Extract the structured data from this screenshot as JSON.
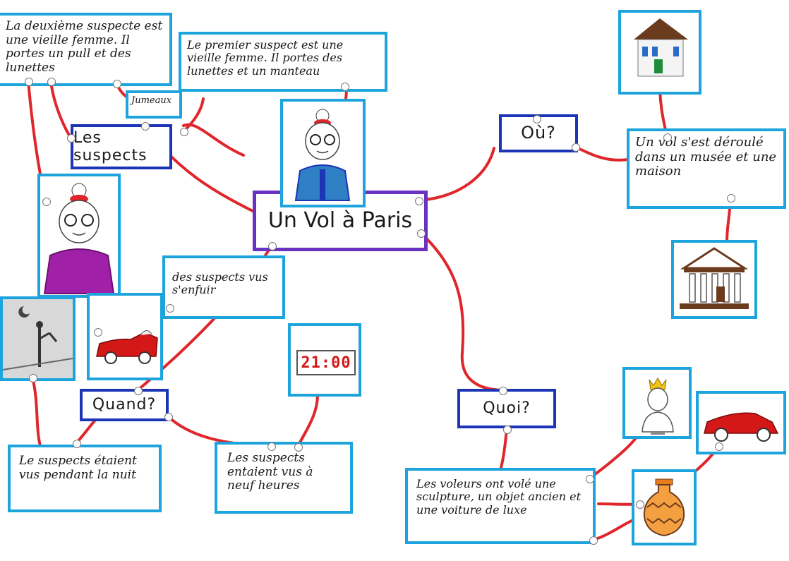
{
  "title": "Un Vol à Paris",
  "topics": {
    "suspects": "Les suspects",
    "where": "Où?",
    "when": "Quand?",
    "what": "Quoi?"
  },
  "notes": {
    "second_suspect": "La deuxième suspecte est une vieille femme. Il portes un pull et des lunettes",
    "twins": "Jumeaux",
    "first_suspect": "Le premier suspect est une vieille femme. Il portes des lunettes et un manteau",
    "fled": "des suspects vus s'enfuir",
    "where_text": "Un vol s'est déroulé dans un musée et une maison",
    "night": "Le suspects étaient vus pendant la nuit",
    "nine": "Les suspects entaient vus à neuf heures",
    "what_text": "Les voleurs ont volé une sculpture, un objet ancien et une voiture de luxe"
  },
  "clock_display": "21:00",
  "colors": {
    "link": "#e0262b",
    "box_light": "#1ea4dc",
    "box_dark": "#1c34b6",
    "box_center": "#6a32c0"
  },
  "icons": [
    "house-icon",
    "museum-icon",
    "old-woman-drawing",
    "night-scene-drawing",
    "red-car-icon",
    "digital-clock-icon",
    "statue-icon",
    "vase-icon"
  ]
}
